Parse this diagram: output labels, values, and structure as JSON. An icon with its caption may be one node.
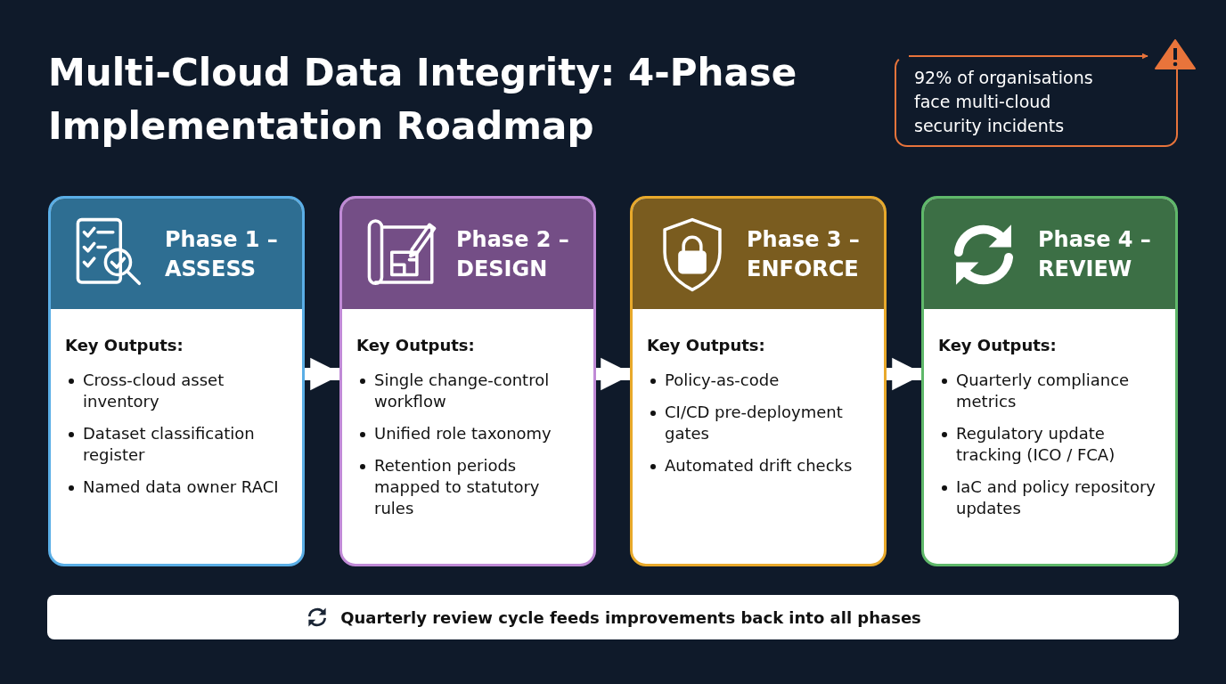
{
  "diagram": {
    "title": "Multi-Cloud Data Integrity: 4-Phase Implementation Roadmap",
    "nodes": [
      {
        "text": [
          "92% of organisations face multi-cloud security incidents"
        ]
      },
      {
        "text": [],
        "shape": "triangle"
      },
      {
        "text": [
          "Phase 1 – ASSESS",
          "Key Outputs:",
          "Cross-cloud asset inventory",
          "Dataset classification register",
          "Named data owner RACI"
        ]
      },
      {
        "text": [
          "Phase 2 – DESIGN",
          "Key Outputs:",
          "Single change-control workflow",
          "Unified role taxonomy",
          "Retention periods mapped to statutory rules"
        ]
      },
      {
        "text": [
          "Phase 3 – ENFORCE",
          "Key Outputs:",
          "Policy-as-code",
          "CI/CD pre-deployment gates",
          "Automated drift checks"
        ]
      },
      {
        "text": [
          "Phase 4 – REVIEW",
          "Key Outputs:",
          "Quarterly compliance metrics",
          "Regulatory update tracking (ICO / FCA)",
          "IaC and policy repository updates"
        ]
      },
      {
        "text": [
          "Quarterly review cycle feeds improvements back into all phases"
        ]
      }
    ],
    "edges": [
      {
        "from": 0,
        "to": 1,
        "arrow": "to",
        "color": "#e8743b"
      },
      {
        "from": 2,
        "to": 3,
        "arrow": "to"
      },
      {
        "from": 3,
        "to": 4,
        "arrow": "to"
      },
      {
        "from": 4,
        "to": 5,
        "arrow": "to"
      }
    ]
  }
}
